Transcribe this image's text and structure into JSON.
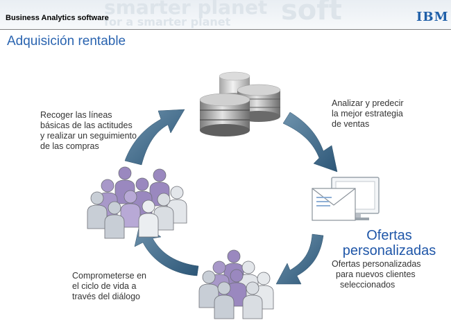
{
  "header": {
    "product": "Business Analytics software",
    "logo": "IBM",
    "watermark": [
      "smarter planet",
      "soft",
      "for a smarter planet"
    ]
  },
  "slide": {
    "title": "Adquisición rentable",
    "steps": {
      "top_left": [
        "Recoger las líneas",
        "básicas de las actitudes",
        "y realizar un seguimiento",
        "de las compras"
      ],
      "top_right": [
        "Analizar y predecir",
        "la mejor estrategia",
        "de ventas"
      ],
      "offers_title": [
        "Ofertas",
        "personalizadas"
      ],
      "offers_desc": [
        "Ofertas personalizadas",
        "para nuevos clientes",
        "seleccionados"
      ],
      "bottom_left": [
        "Comprometerse en",
        "el ciclo de vida a",
        "través del diálogo"
      ]
    }
  },
  "icons": [
    "database-icon",
    "monitor-email-icon",
    "people-group-icon",
    "cycle-arrow-icon"
  ],
  "colors": {
    "title": "#2a64b0",
    "offers_title": "#1f56a8",
    "arrow": "#3b6b8a",
    "person_purple": "#9a88bf",
    "person_gray": "#c8ced6"
  }
}
